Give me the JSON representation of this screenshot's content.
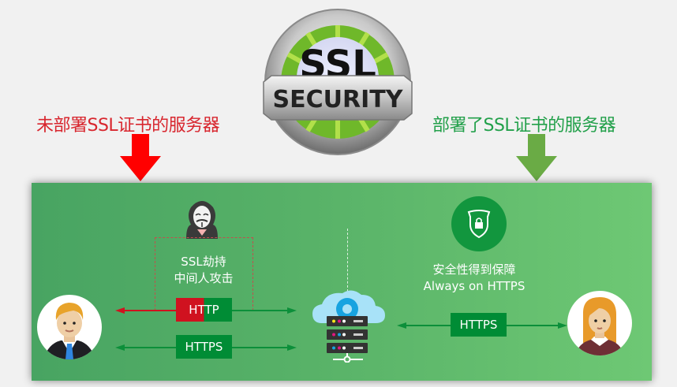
{
  "badge": {
    "top_text": "SSL",
    "bottom_text": "SECURITY"
  },
  "captions": {
    "left": "未部署SSL证书的服务器",
    "right": "部署了SSL证书的服务器"
  },
  "arrows": {
    "left_color": "#ff0000",
    "right_color": "#6aab45"
  },
  "left_section": {
    "attack_label_line1": "SSL劫持",
    "attack_label_line2": "中间人攻击",
    "http_label": "HTTP",
    "https_label": "HTTPS",
    "http_red": "#d0121f",
    "proto_green": "#008c35"
  },
  "right_section": {
    "secure_line1": "安全性得到保障",
    "secure_line2": "Always on HTTPS",
    "https_label": "HTTPS"
  },
  "icons": {
    "hacker": "hacker-mask-icon",
    "server": "cloud-server-icon",
    "shield": "shield-lock-icon",
    "user_male": "male-user-avatar",
    "user_female": "female-user-avatar"
  },
  "colors": {
    "panel_left": "#48a462",
    "panel_right": "#6ec874",
    "caption_red": "#d8262e",
    "caption_green": "#22a04a"
  }
}
